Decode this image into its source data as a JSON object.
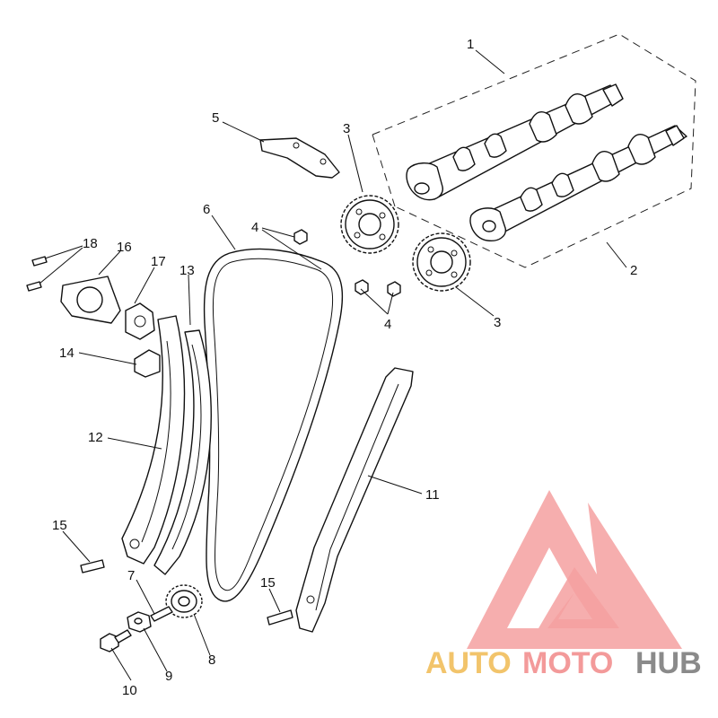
{
  "diagram": {
    "callouts": [
      "1",
      "2",
      "3",
      "3",
      "4",
      "4",
      "5",
      "6",
      "7",
      "8",
      "9",
      "10",
      "11",
      "12",
      "13",
      "14",
      "15",
      "15",
      "16",
      "17",
      "18"
    ]
  },
  "watermark": {
    "part1": "AUTO",
    "part2": "MOTO",
    "part3": "HUB",
    "colors": {
      "logo": "#f08a8a",
      "auto": "#f2c46b",
      "moto": "#f39a9a",
      "hub": "#8a8a8a"
    }
  }
}
